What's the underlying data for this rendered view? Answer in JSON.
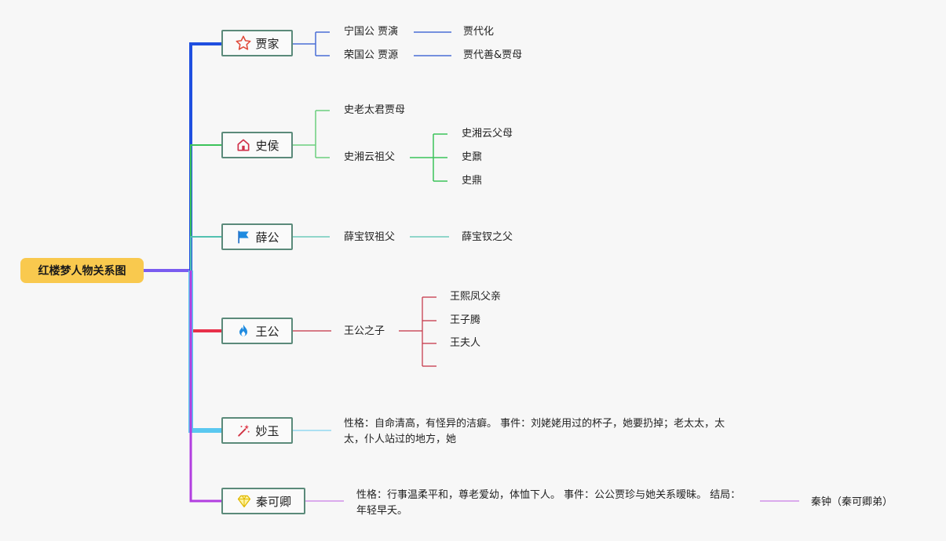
{
  "root": {
    "label": "红楼梦人物关系图"
  },
  "branches": [
    {
      "label": "贾家",
      "icon": "star-icon",
      "color": "#1f4fe0",
      "children": [
        {
          "label": "宁国公 贾演",
          "child": "贾代化"
        },
        {
          "label": "荣国公 贾源",
          "child": "贾代善&贾母"
        }
      ]
    },
    {
      "label": "史侯",
      "icon": "house-icon",
      "color": "#3cc35a",
      "children": [
        {
          "label": "史老太君贾母"
        },
        {
          "label": "史湘云祖父",
          "children": [
            "史湘云父母",
            "史鼐",
            "史鼎"
          ]
        }
      ]
    },
    {
      "label": "薛公",
      "icon": "flag-icon",
      "color": "#52c1b0",
      "children": [
        {
          "label": "薛宝钗祖父",
          "child": "薛宝钗之父"
        }
      ]
    },
    {
      "label": "王公",
      "icon": "fire-icon",
      "color": "#e8304a",
      "children": [
        {
          "label": "王公之子",
          "children": [
            "王熙凤父亲",
            "王子腾",
            "王夫人"
          ]
        }
      ]
    },
    {
      "label": "妙玉",
      "icon": "magic-wand-icon",
      "color": "#5ac8f0",
      "children": [
        {
          "label": "性格：自命清高，有怪异的洁癖。 事件：刘姥姥用过的杯子，她要扔掉；老太太，太太，仆人站过的地方，她"
        }
      ]
    },
    {
      "label": "秦可卿",
      "icon": "diamond-icon",
      "color": "#b23ee0",
      "children": [
        {
          "label": "性格：行事温柔平和，尊老爱幼，体恤下人。 事件：公公贾珍与她关系暧昧。 结局：年轻早夭。",
          "child": "秦钟（秦可卿弟）"
        }
      ]
    }
  ]
}
